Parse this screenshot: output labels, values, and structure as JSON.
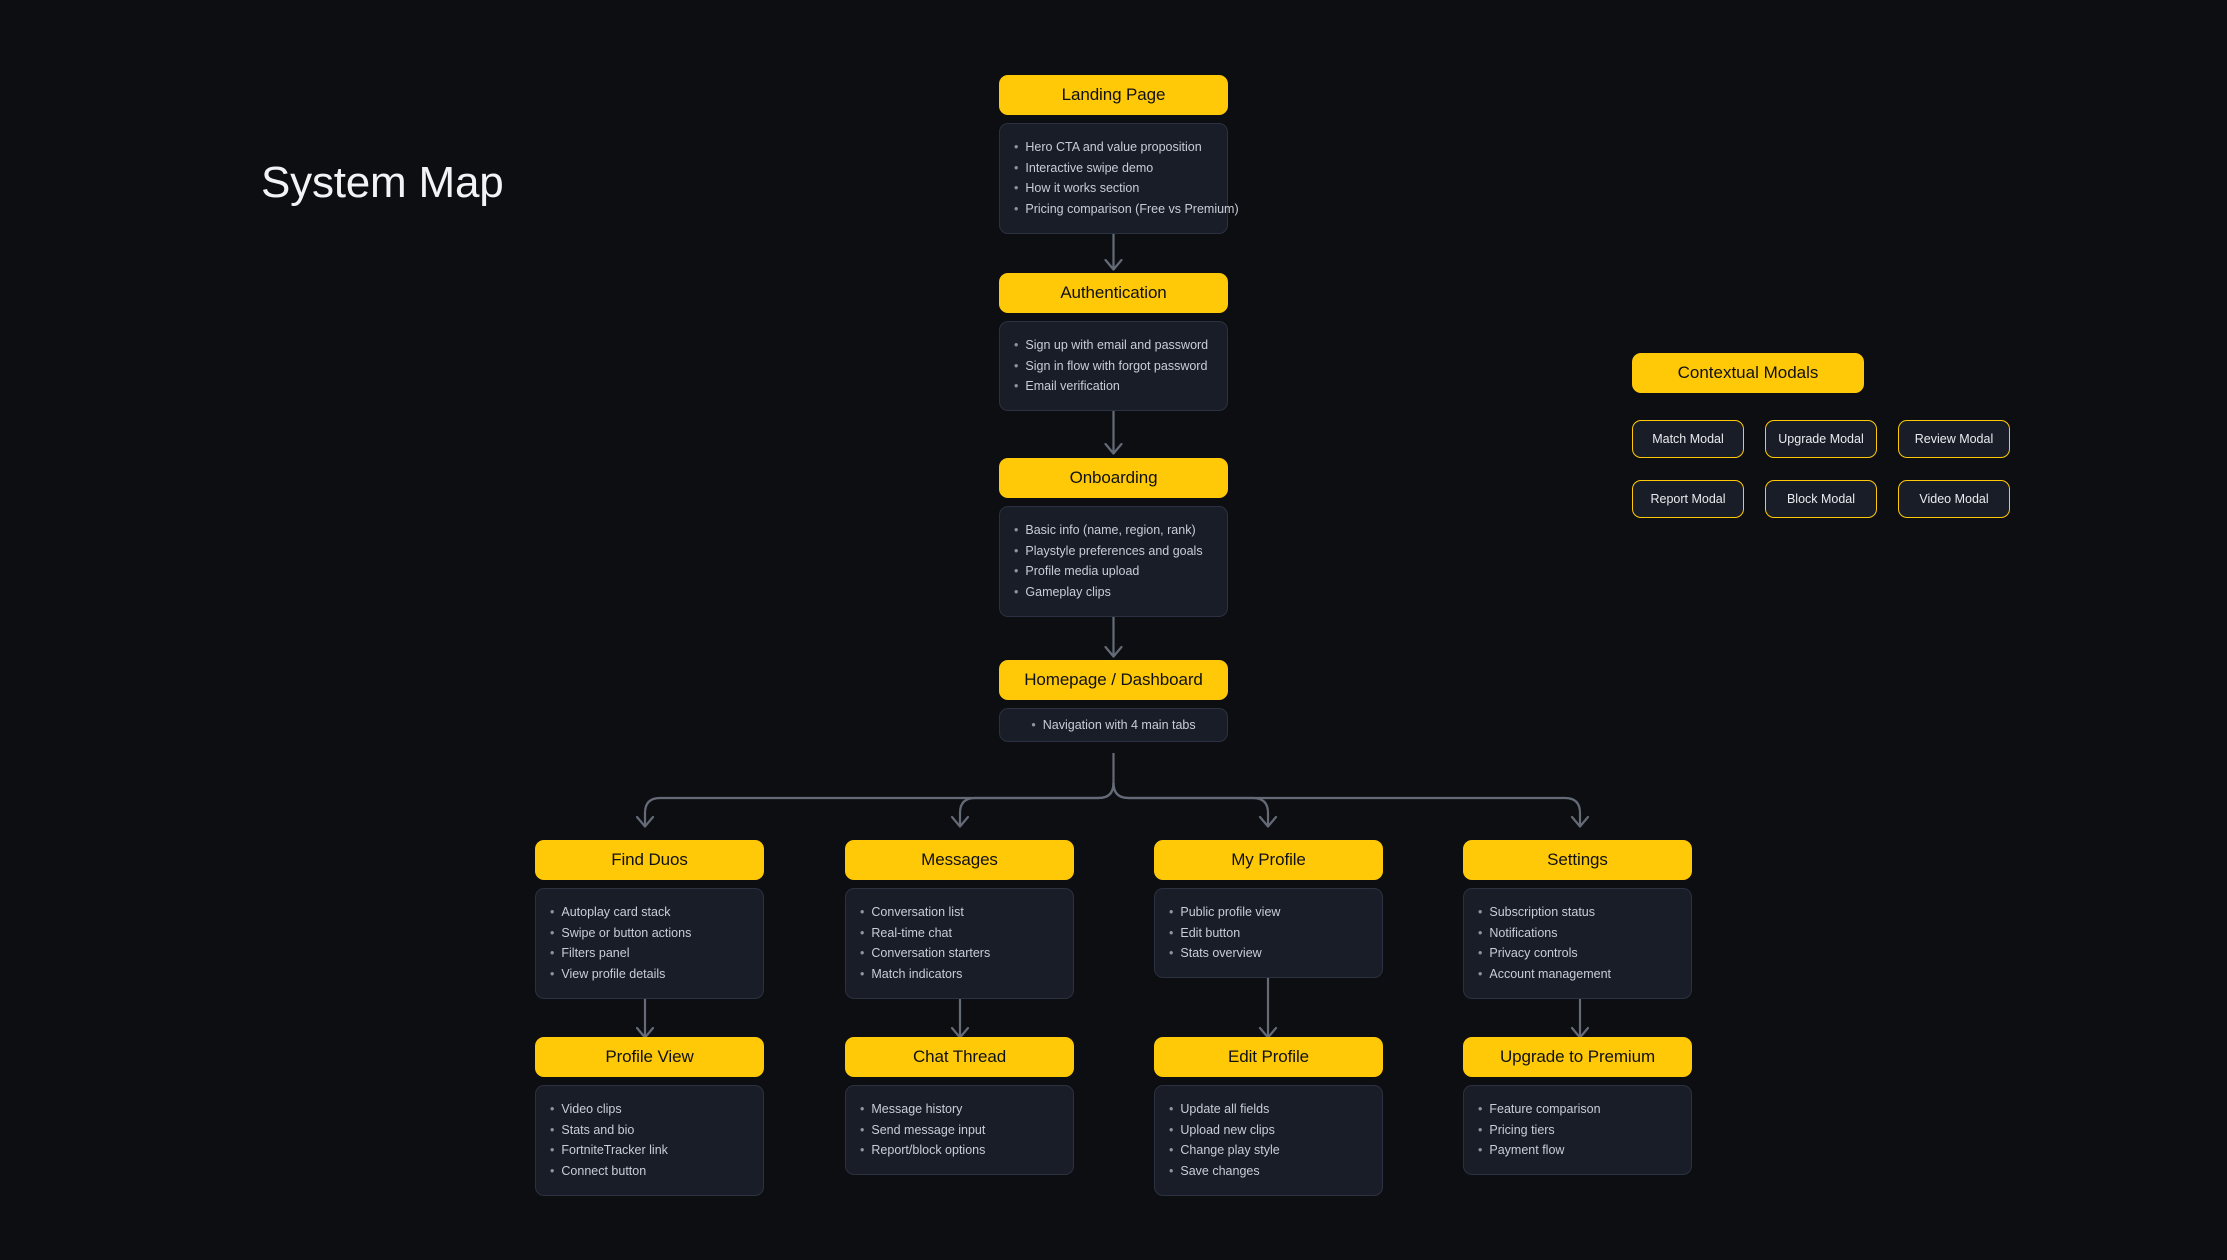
{
  "page": {
    "title": "System Map",
    "background_color": "#0d0e12",
    "accent_color": "#FFC907",
    "panel_color": "#191d27",
    "connector_color": "#646b77"
  },
  "flow": {
    "trunk": [
      {
        "id": "landing-page",
        "title": "Landing Page",
        "details": [
          "Hero CTA and value proposition",
          "Interactive swipe demo",
          "How it works section",
          "Pricing comparison (Free vs Premium)"
        ]
      },
      {
        "id": "authentication",
        "title": "Authentication",
        "details": [
          "Sign up with email and password",
          "Sign in flow with forgot password",
          "Email verification"
        ]
      },
      {
        "id": "onboarding",
        "title": "Onboarding",
        "details": [
          "Basic info (name, region, rank)",
          "Playstyle preferences and goals",
          "Profile media upload",
          "Gameplay clips"
        ]
      },
      {
        "id": "homepage-dashboard",
        "title": "Homepage / Dashboard",
        "details": [
          "Navigation with 4 main tabs"
        ]
      }
    ],
    "columns": [
      {
        "id": "find-duos",
        "primary": {
          "title": "Find Duos",
          "details": [
            "Autoplay card stack",
            "Swipe or button actions",
            "Filters panel",
            "View profile details"
          ]
        },
        "secondary": {
          "title": "Profile View",
          "details": [
            "Video clips",
            "Stats and bio",
            "FortniteTracker link",
            "Connect button"
          ]
        }
      },
      {
        "id": "messages",
        "primary": {
          "title": "Messages",
          "details": [
            "Conversation list",
            "Real-time chat",
            "Conversation starters",
            "Match indicators"
          ]
        },
        "secondary": {
          "title": "Chat Thread",
          "details": [
            "Message history",
            "Send message input",
            "Report/block options"
          ]
        }
      },
      {
        "id": "my-profile",
        "primary": {
          "title": "My Profile",
          "details": [
            "Public profile view",
            "Edit button",
            "Stats overview"
          ]
        },
        "secondary": {
          "title": "Edit Profile",
          "details": [
            "Update all fields",
            "Upload new clips",
            "Change play style",
            "Save changes"
          ]
        }
      },
      {
        "id": "settings",
        "primary": {
          "title": "Settings",
          "details": [
            "Subscription status",
            "Notifications",
            "Privacy controls",
            "Account management"
          ]
        },
        "secondary": {
          "title": "Upgrade to Premium",
          "details": [
            "Feature comparison",
            "Pricing tiers",
            "Payment flow"
          ]
        }
      }
    ]
  },
  "modals": {
    "header": "Contextual Modals",
    "items": [
      "Match Modal",
      "Upgrade Modal",
      "Review Modal",
      "Report Modal",
      "Block Modal",
      "Video Modal"
    ]
  }
}
